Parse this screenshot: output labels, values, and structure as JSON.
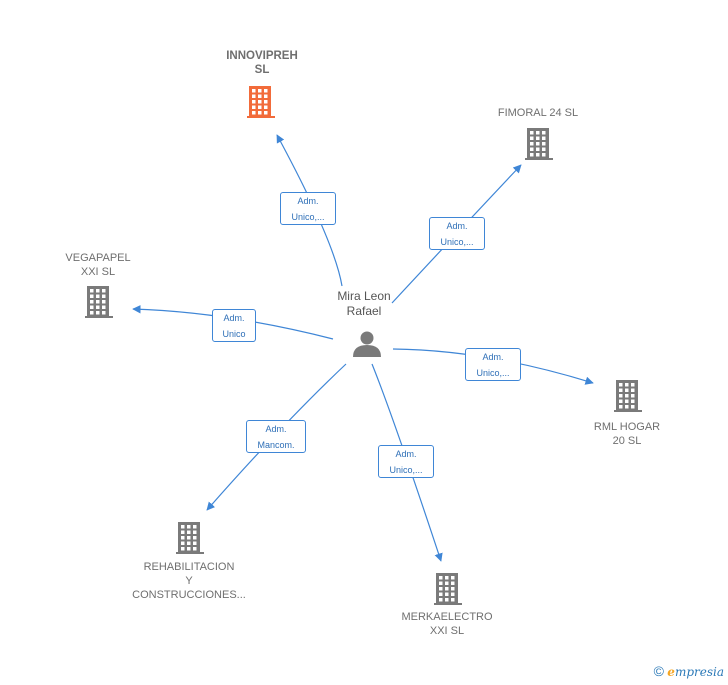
{
  "center": {
    "name": "Mira Leon\nRafael",
    "icon": "person-icon"
  },
  "companies": [
    {
      "id": "innovipreh",
      "name": "INNOVIPREH\nSL",
      "highlight": true,
      "color": "#f26b3a",
      "icon": "building-icon"
    },
    {
      "id": "fimoral",
      "name": "FIMORAL 24 SL",
      "highlight": false,
      "color": "#7a7a7a",
      "icon": "building-icon"
    },
    {
      "id": "vegapapel",
      "name": "VEGAPAPEL\nXXI  SL",
      "highlight": false,
      "color": "#7a7a7a",
      "icon": "building-icon"
    },
    {
      "id": "rml",
      "name": "RML HOGAR\n20  SL",
      "highlight": false,
      "color": "#7a7a7a",
      "icon": "building-icon"
    },
    {
      "id": "rehabilitacion",
      "name": "REHABILITACION\nY\nCONSTRUCCIONES...",
      "highlight": false,
      "color": "#7a7a7a",
      "icon": "building-icon"
    },
    {
      "id": "merkaelectro",
      "name": "MERKAELECTRO\nXXI  SL",
      "highlight": false,
      "color": "#7a7a7a",
      "icon": "building-icon"
    }
  ],
  "relations": [
    {
      "to": "innovipreh",
      "label": "Adm.\nUnico,..."
    },
    {
      "to": "fimoral",
      "label": "Adm.\nUnico,..."
    },
    {
      "to": "vegapapel",
      "label": "Adm.\nUnico"
    },
    {
      "to": "rml",
      "label": "Adm.\nUnico,..."
    },
    {
      "to": "rehabilitacion",
      "label": "Adm.\nMancom."
    },
    {
      "to": "merkaelectro",
      "label": "Adm.\nUnico,..."
    }
  ],
  "colors": {
    "edge": "#3f86d6",
    "person": "#7a7a7a",
    "building": "#7a7a7a",
    "highlight": "#f26b3a"
  },
  "footer": {
    "copyright": "©",
    "brand_initial": "e",
    "brand_rest": "mpresia"
  }
}
